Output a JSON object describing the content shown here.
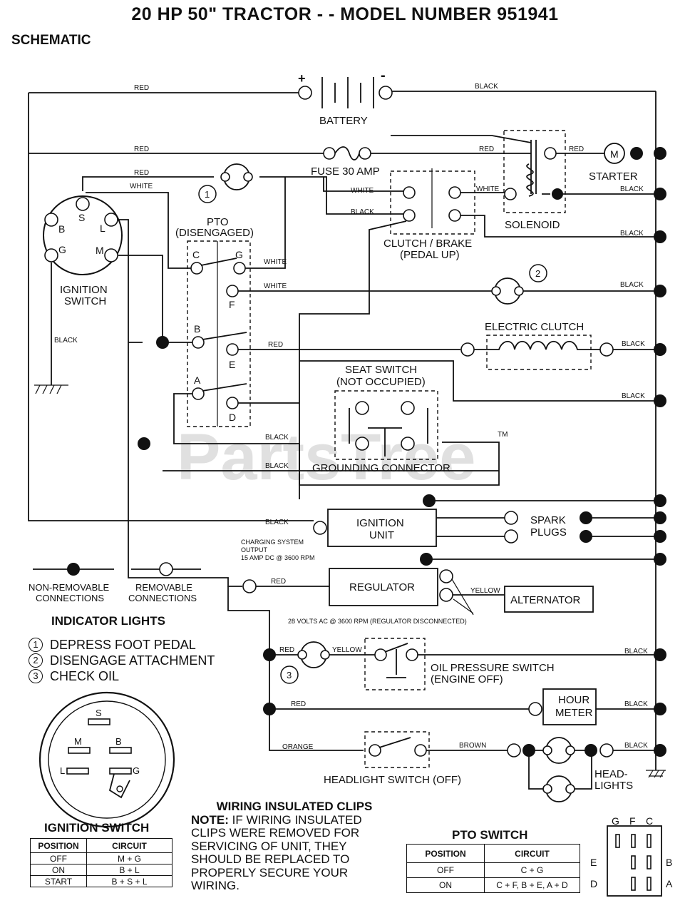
{
  "title": "20 HP 50\" TRACTOR - - MODEL NUMBER 951941",
  "subtitle": "SCHEMATIC",
  "watermark": "PartsTree",
  "watermark_tm": "TM",
  "components": {
    "battery": "BATTERY",
    "battery_plus": "+",
    "battery_minus": "-",
    "fuse": "FUSE 30 AMP",
    "starter": "STARTER",
    "starter_m": "M",
    "solenoid": "SOLENOID",
    "clutch_brake_1": "CLUTCH / BRAKE",
    "clutch_brake_2": "(PEDAL UP)",
    "pto_1": "PTO",
    "pto_2": "(DISENGAGED)",
    "ignition_switch_1": "IGNITION",
    "ignition_switch_2": "SWITCH",
    "electric_clutch": "ELECTRIC CLUTCH",
    "seat_switch_1": "SEAT SWITCH",
    "seat_switch_2": "(NOT OCCUPIED)",
    "grounding_connector": "GROUNDING CONNECTOR",
    "ignition_unit_1": "IGNITION",
    "ignition_unit_2": "UNIT",
    "spark_plugs_1": "SPARK",
    "spark_plugs_2": "PLUGS",
    "charging_1": "CHARGING SYSTEM",
    "charging_2": "OUTPUT",
    "charging_3": "15 AMP DC @ 3600 RPM",
    "regulator": "REGULATOR",
    "alternator": "ALTERNATOR",
    "alt_volts": "28 VOLTS AC @ 3600 RPM (REGULATOR DISCONNECTED)",
    "oil_pressure_1": "OIL PRESSURE SWITCH",
    "oil_pressure_2": "(ENGINE OFF)",
    "hour_meter_1": "HOUR",
    "hour_meter_2": "METER",
    "headlight_switch": "HEADLIGHT SWITCH (OFF)",
    "headlights_1": "HEAD-",
    "headlights_2": "LIGHTS"
  },
  "wire_colors": {
    "red": "RED",
    "black": "BLACK",
    "white": "WHITE",
    "yellow": "YELLOW",
    "orange": "ORANGE",
    "brown": "BROWN"
  },
  "terminals": [
    "S",
    "L",
    "B",
    "G",
    "M",
    "C",
    "G",
    "F",
    "B",
    "E",
    "A",
    "D"
  ],
  "legend": {
    "non_removable_1": "NON-REMOVABLE",
    "non_removable_2": "CONNECTIONS",
    "removable_1": "REMOVABLE",
    "removable_2": "CONNECTIONS"
  },
  "indicator_lights": {
    "title": "INDICATOR LIGHTS",
    "items": [
      {
        "num": "1",
        "text": "DEPRESS FOOT PEDAL"
      },
      {
        "num": "2",
        "text": "DISENGAGE ATTACHMENT"
      },
      {
        "num": "3",
        "text": "CHECK OIL"
      }
    ]
  },
  "ignition_switch_table": {
    "title": "IGNITION SWITCH",
    "headers": [
      "POSITION",
      "CIRCUIT"
    ],
    "rows": [
      [
        "OFF",
        "M + G"
      ],
      [
        "ON",
        "B + L"
      ],
      [
        "START",
        "B + S + L"
      ]
    ]
  },
  "pto_switch_table": {
    "title": "PTO SWITCH",
    "headers": [
      "POSITION",
      "CIRCUIT"
    ],
    "rows": [
      [
        "OFF",
        "C + G"
      ],
      [
        "ON",
        "C + F, B + E, A + D"
      ]
    ]
  },
  "pto_face": {
    "top": [
      "G",
      "F",
      "C"
    ],
    "right": [
      "B",
      "A"
    ],
    "left": [
      "E",
      "D"
    ]
  },
  "clips_note": {
    "heading": "WIRING INSULATED CLIPS",
    "note_label": "NOTE:",
    "text": "IF WIRING INSULATED CLIPS WERE REMOVED FOR SERVICING OF UNIT, THEY SHOULD BE REPLACED TO PROPERLY SECURE YOUR WIRING."
  }
}
